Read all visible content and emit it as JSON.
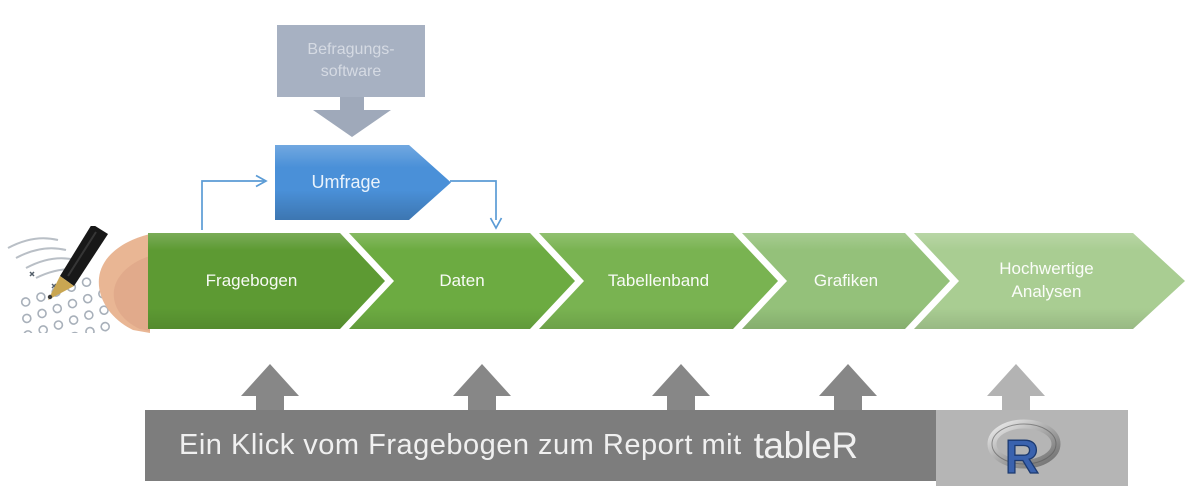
{
  "software_box": {
    "label": "Befragungs-\nsoftware"
  },
  "umfrage": {
    "label": "Umfrage"
  },
  "stages": [
    {
      "label": "Fragebogen",
      "color": "#5d9a33"
    },
    {
      "label": "Daten",
      "color": "#6cab41"
    },
    {
      "label": "Tabellenband",
      "color": "#79b351"
    },
    {
      "label": "Grafiken",
      "color": "#94c17a"
    },
    {
      "label": "Hochwertige Analysen",
      "color": "#a9cd92"
    }
  ],
  "banner": {
    "text": "Ein Klick vom Fragebogen zum Report mit",
    "brand": "tableR",
    "r_letter": "R"
  },
  "colors": {
    "software_box": "#a7b1c2",
    "software_text": "#d5dae3",
    "block_arrow": "#9fa9ba",
    "umfrage_blue": "#4a90d8",
    "connector_blue": "#5b9bd5",
    "banner_bar": "#7d7d7d",
    "banner_text": "#f0f0f0",
    "logo_box": "#b5b5b5",
    "up_arrow_gray": "#878787",
    "up_arrow_light": "#b3b3b3",
    "r_letter_blue": "#3a62ae",
    "r_letter_outline": "#1c3a70",
    "photo_skin": "#e9b694",
    "photo_pen": "#181818",
    "photo_nib": "#c9a652"
  }
}
